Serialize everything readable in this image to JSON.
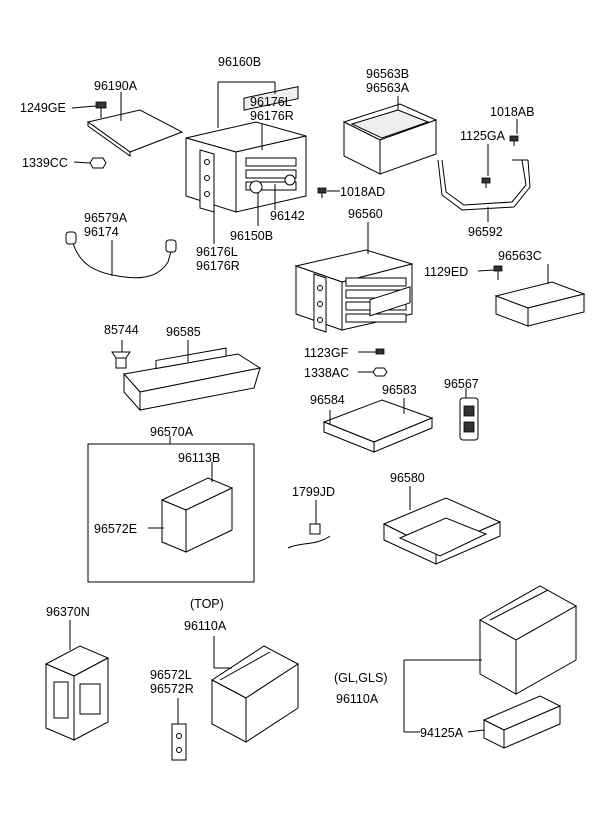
{
  "labels": {
    "p96160B": "96160B",
    "p96190A": "96190A",
    "p1249GE": "1249GE",
    "p1339CC": "1339CC",
    "p96176L_a": "96176L",
    "p96176R_a": "96176R",
    "p96142": "96142",
    "p96150B": "96150B",
    "p96176L_b": "96176L",
    "p96176R_b": "96176R",
    "p1018AD": "1018AD",
    "p96563B": "96563B",
    "p96563A": "96563A",
    "p1018AB": "1018AB",
    "p1125GA": "1125GA",
    "p96592": "96592",
    "p96579A": "96579A",
    "p96174": "96174",
    "p96560": "96560",
    "p1129ED": "1129ED",
    "p96563C": "96563C",
    "p85744": "85744",
    "p96585": "96585",
    "p1123GF": "1123GF",
    "p1338AC": "1338AC",
    "p96584": "96584",
    "p96583": "96583",
    "p96567": "96567",
    "p96570A": "96570A",
    "p96113B": "96113B",
    "p96572E": "96572E",
    "p1799JD": "1799JD",
    "p96580": "96580",
    "p96370N": "96370N",
    "top": "(TOP)",
    "p96110A_a": "96110A",
    "p96572L": "96572L",
    "p96572R": "96572R",
    "gl_gls": "(GL,GLS)",
    "p96110A_b": "96110A",
    "p94125A": "94125A"
  }
}
